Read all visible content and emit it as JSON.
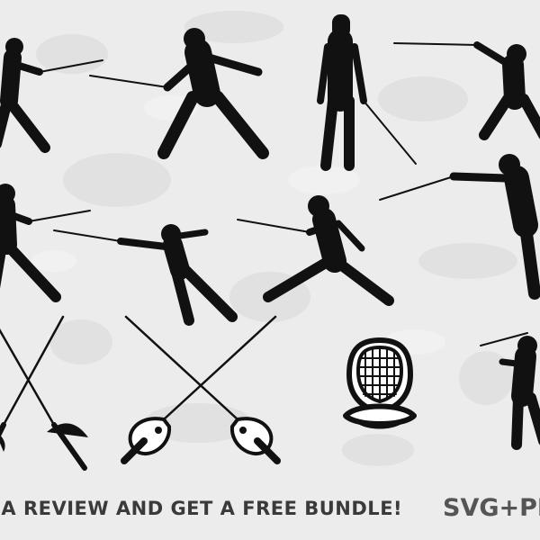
{
  "banner": {
    "text": "VE A REVIEW AND GET A FREE BUNDLE!"
  },
  "badge": {
    "text": "SVG+PN"
  },
  "colors": {
    "background": "#ececec",
    "silhouette": "#111111",
    "text": "#3a3a3a"
  },
  "icons": [
    "fencer-silhouette",
    "crossed-foils-icon",
    "crossed-epees-icon",
    "fencing-mask-icon"
  ]
}
